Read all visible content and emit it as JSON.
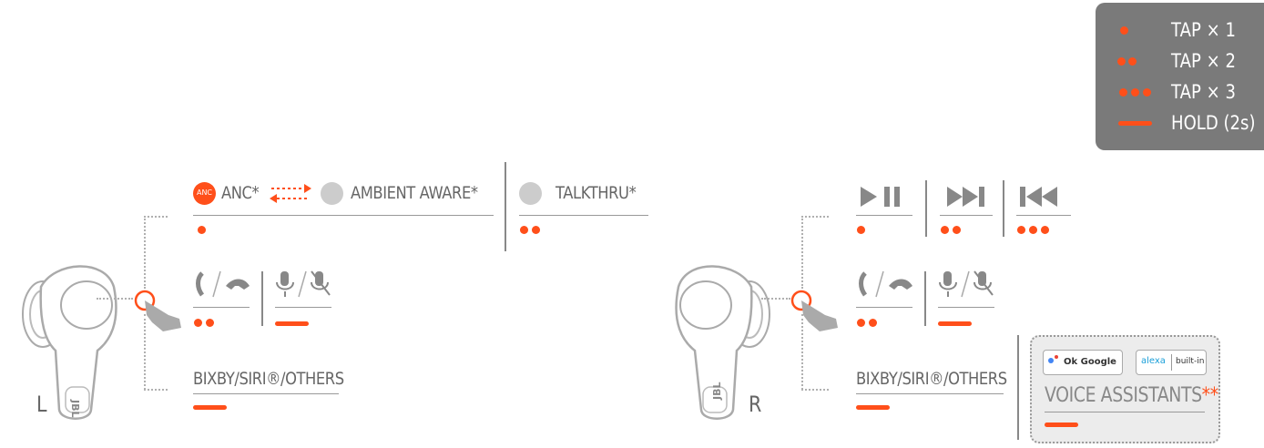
{
  "legend": {
    "tap1": "TAP × 1",
    "tap2": "TAP × 2",
    "tap3": "TAP × 3",
    "hold": "HOLD (2s)"
  },
  "left": {
    "side_label": "L",
    "anc_badge": "ANC",
    "anc_label": "ANC*",
    "ambient_label": "AMBIENT AWARE*",
    "talkthru_label": "TALKTHRU*",
    "assistant_label": "BIXBY/SIRI®/OTHERS",
    "brand": "JBL"
  },
  "right": {
    "side_label": "R",
    "assistant_label": "BIXBY/SIRI®/OTHERS",
    "brand": "JBL",
    "ok_google": "Ok Google",
    "alexa": "alexa",
    "built_in": "built-in",
    "voice_assistants": "VOICE ASSISTANTS",
    "voice_assistants_mark": "**"
  },
  "colors": {
    "accent": "#ff4f1a",
    "legend_bg": "#7a7a7a"
  }
}
